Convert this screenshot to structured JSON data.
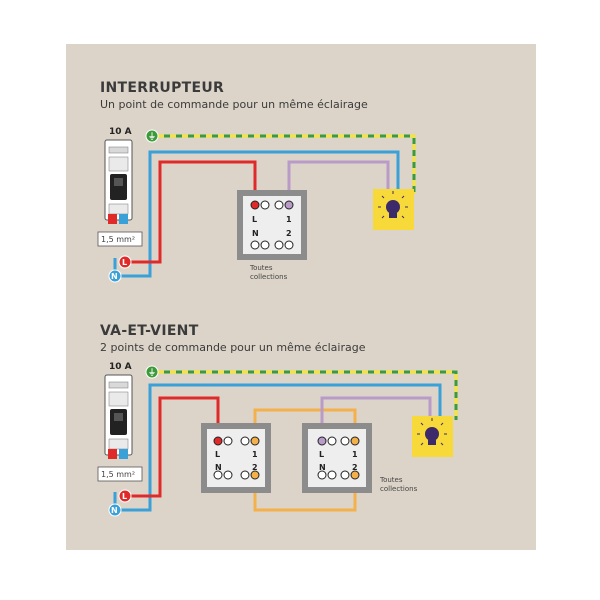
{
  "colors": {
    "background": "#dcd4c9",
    "live": "#e02a2a",
    "neutral": "#3aa0d8",
    "earth_yellow": "#f3e53a",
    "earth_green": "#3c9a3a",
    "traveler_orange": "#f4b04a",
    "lamp_return_purple": "#b89bc8",
    "lamp_yellow": "#f7d93a",
    "switch_plate": "#8c8c8c"
  },
  "sections": [
    {
      "title": "INTERRUPTEUR",
      "subtitle": "Un point de commande pour un même éclairage",
      "breaker_rating": "10 A",
      "cable_section": "1,5 mm²",
      "switch_terminals": {
        "left_top": "L",
        "left_bottom": "N",
        "right_top": "1",
        "right_bottom": "2"
      },
      "note_line1": "Toutes",
      "note_line2": "collections"
    },
    {
      "title": "VA-ET-VIENT",
      "subtitle": "2 points de commande pour un même éclairage",
      "breaker_rating": "10 A",
      "cable_section": "1,5 mm²",
      "switch_terminals": {
        "left_top": "L",
        "left_bottom": "N",
        "right_top": "1",
        "right_bottom": "2"
      },
      "note_line1": "Toutes",
      "note_line2": "collections"
    }
  ],
  "markers": {
    "live": "L",
    "neutral": "N",
    "earth": "⏚"
  },
  "icons": {
    "lamp": "lightbulb-icon",
    "earth": "earth-ground-icon"
  }
}
